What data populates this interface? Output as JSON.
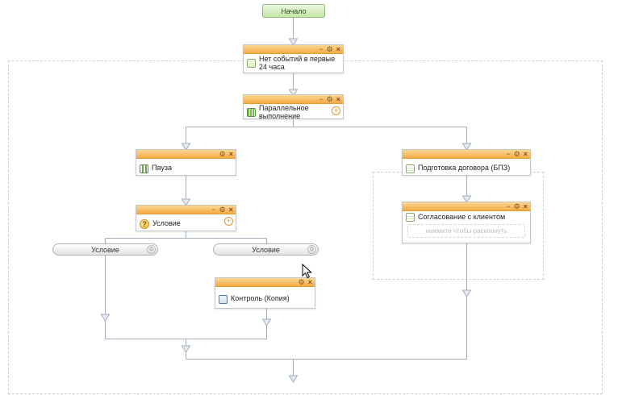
{
  "icons": {
    "minimize": "−",
    "settings": "⚙",
    "close": "×",
    "add": "+",
    "question": "?"
  },
  "nodes": {
    "start": {
      "label": "Начало"
    },
    "no_events": {
      "title": "Нет событий в первые 24 часа"
    },
    "parallel": {
      "title": "Параллельное выполнение"
    },
    "pause": {
      "title": "Пауза"
    },
    "condition": {
      "title": "Условие"
    },
    "condition_branch_left": {
      "label": "Условие"
    },
    "condition_branch_right": {
      "label": "Условие"
    },
    "control": {
      "title": "Контроль (Копия)"
    },
    "contract": {
      "title": "Подготовка договора (БПЗ)"
    },
    "client_approval": {
      "title": "Согласование с клиентом",
      "hint": "нажмите чтобы расклонуть"
    }
  },
  "colors": {
    "header_top": "#fcd794",
    "header_bottom": "#f3ac45",
    "connector": "#a5aebb",
    "arrow_fill": "#e8ecf1",
    "start_bg": "#c6e5a9",
    "start_border": "#8fba77"
  }
}
